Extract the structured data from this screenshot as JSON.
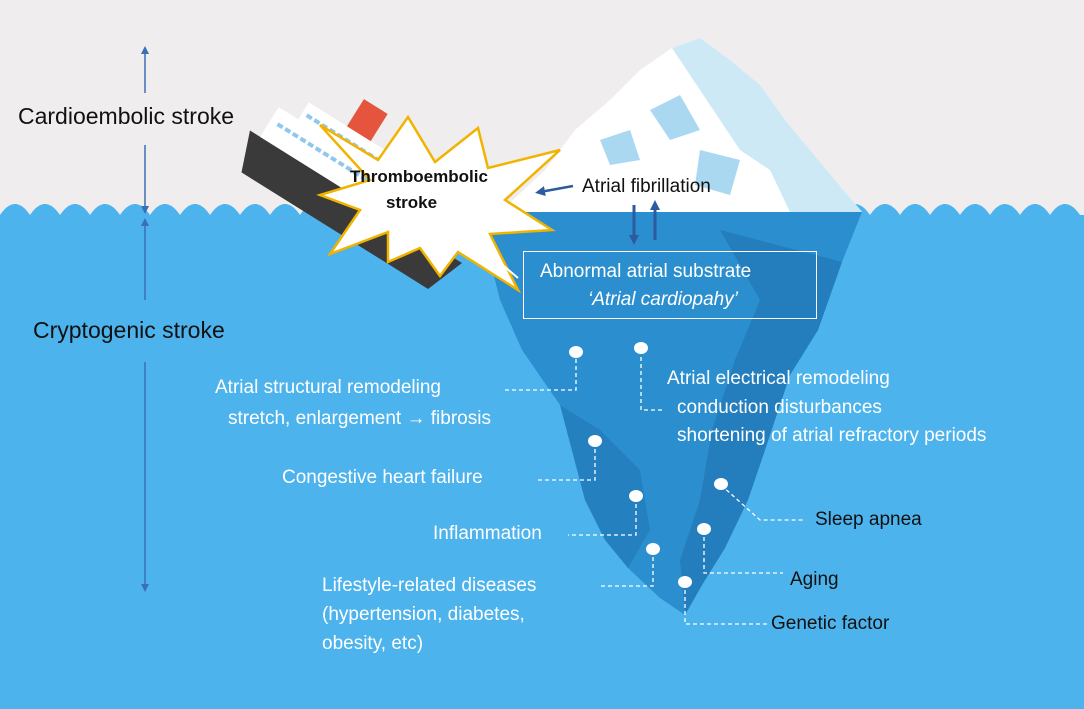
{
  "labels": {
    "cardioembolic": "Cardioembolic stroke",
    "cryptogenic": "Cryptogenic stroke",
    "thrombo_line1": "Thromboembolic",
    "thrombo_line2": "stroke",
    "atrial_fibrillation": "Atrial fibrillation",
    "substrate_line1": "Abnormal  atrial substrate",
    "substrate_line2": "‘Atrial cardiopahy’",
    "structural_line1": "Atrial structural remodeling",
    "structural_line2": "stretch, enlargement  →  fibrosis",
    "electrical_line1": "Atrial electrical remodeling",
    "electrical_line2": "conduction disturbances",
    "electrical_line3": "shortening of atrial refractory periods",
    "chf": "Congestive heart failure",
    "inflammation": "Inflammation",
    "sleep_apnea": "Sleep apnea",
    "lifestyle_line1": "Lifestyle-related diseases",
    "lifestyle_line2": "(hypertension, diabetes,",
    "lifestyle_line3": "obesity, etc)",
    "aging": "Aging",
    "genetic": "Genetic factor"
  },
  "colors": {
    "sky": "#efeded",
    "sea": "#4db3ec",
    "iceberg_under": "#2b8fcf",
    "iceberg_dark": "#1f6fad",
    "ice_white": "#ffffff",
    "ice_blue": "#cde9f6",
    "ship_hull": "#3a3a3a",
    "ship_deck": "#ffffff",
    "funnel": "#e5543c",
    "burst_stroke": "#f0b400",
    "arrow_dark": "#2e5aa0"
  },
  "icons": [
    "double-arrow-icon",
    "ship-icon",
    "explosion-burst-icon",
    "iceberg-icon",
    "location-pin-icon"
  ]
}
